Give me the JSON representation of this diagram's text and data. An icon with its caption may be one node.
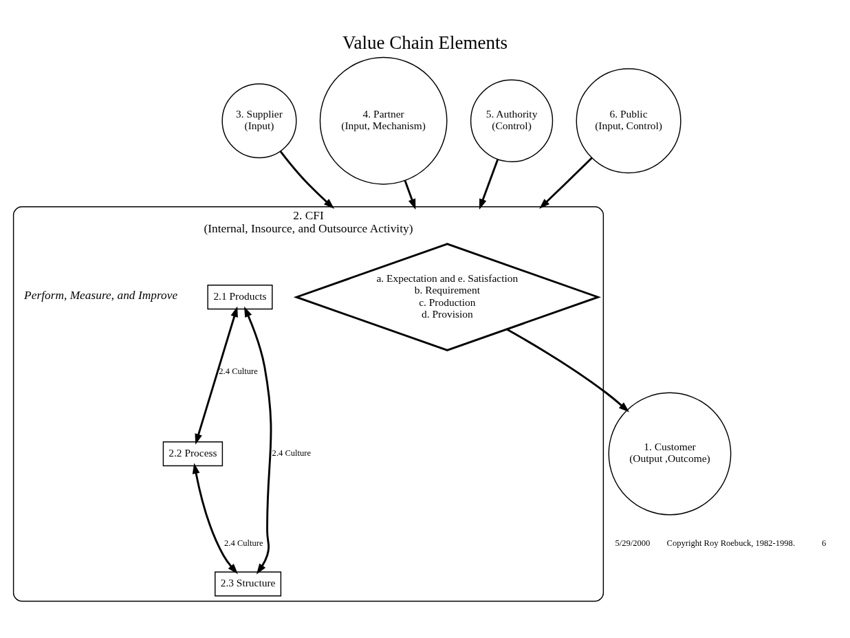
{
  "diagram": {
    "title": "Value Chain Elements",
    "nodes": [
      {
        "text": [
          "1. Customer",
          "(Output ,Outcome)"
        ]
      },
      {
        "text": [
          "2. CFI",
          "(Internal, Insource, and Outsource Activity)"
        ]
      },
      {
        "text": [
          "a. Expectation and e. Satisfaction",
          "b. Requirement",
          "c. Production",
          "d. Provision"
        ],
        "in": 1
      },
      {
        "text": [
          "2.1 Products"
        ],
        "in": 1
      },
      {
        "text": [
          "2.2 Process"
        ],
        "in": 1
      },
      {
        "text": [
          "2.3 Structure"
        ],
        "in": 1
      },
      {
        "text": [
          "3. Supplier",
          "(Input)"
        ]
      },
      {
        "text": [
          "4. Partner",
          "(Input, Mechanism)"
        ]
      },
      {
        "text": [
          "5. Authority",
          "(Control)"
        ]
      },
      {
        "text": [
          "6. Public",
          "(Input, Control)"
        ]
      }
    ],
    "edges": [
      {
        "from": 2,
        "to": 0,
        "arrow": "to"
      },
      {
        "from": 6,
        "to": 1,
        "arrow": "to"
      },
      {
        "from": 7,
        "to": 1,
        "arrow": "to"
      },
      {
        "from": 8,
        "to": 1,
        "arrow": "to"
      },
      {
        "from": 9,
        "to": 1,
        "arrow": "to"
      },
      {
        "from": 3,
        "to": 4,
        "arrow": "both",
        "label": "2.4 Culture"
      },
      {
        "from": 3,
        "to": 5,
        "arrow": "both",
        "label": "2.4 Culture"
      },
      {
        "from": 4,
        "to": 5,
        "arrow": "both",
        "label": "2.4 Culture"
      }
    ],
    "labels": [
      "Perform, Measure, and Improve",
      "5/29/2000",
      "Copyright Roy Roebuck, 1982-1998.",
      "6"
    ]
  }
}
